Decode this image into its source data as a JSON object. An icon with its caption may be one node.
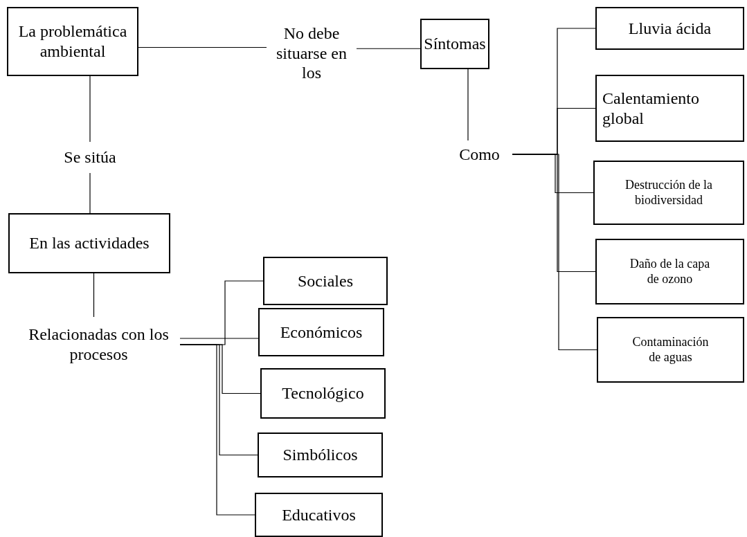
{
  "diagram": {
    "nodes": [
      {
        "text": [
          "La problemática ambiental"
        ]
      },
      {
        "text": [
          "No debe situarse en los"
        ]
      },
      {
        "text": [
          "Síntomas"
        ]
      },
      {
        "text": [
          "Lluvia ácida"
        ]
      },
      {
        "text": [
          "Calentamiento global"
        ]
      },
      {
        "text": [
          "Destrucción de la biodiversidad"
        ]
      },
      {
        "text": [
          "Daño de la capa de ozono"
        ]
      },
      {
        "text": [
          "Contaminación de aguas"
        ]
      },
      {
        "text": [
          "Como"
        ]
      },
      {
        "text": [
          "Se sitúa"
        ]
      },
      {
        "text": [
          "En las actividades"
        ]
      },
      {
        "text": [
          "Relacionadas con los procesos"
        ]
      },
      {
        "text": [
          "Sociales"
        ]
      },
      {
        "text": [
          "Económicos"
        ]
      },
      {
        "text": [
          "Tecnológico"
        ]
      },
      {
        "text": [
          "Simbólicos"
        ]
      },
      {
        "text": [
          "Educativos"
        ]
      }
    ],
    "edges": [
      {
        "from": 0,
        "to": 1,
        "arrow": "none"
      },
      {
        "from": 1,
        "to": 2,
        "arrow": "none"
      },
      {
        "from": 2,
        "to": 8,
        "arrow": "none"
      },
      {
        "from": 8,
        "to": 3,
        "arrow": "none"
      },
      {
        "from": 8,
        "to": 4,
        "arrow": "none"
      },
      {
        "from": 8,
        "to": 5,
        "arrow": "none"
      },
      {
        "from": 8,
        "to": 6,
        "arrow": "none"
      },
      {
        "from": 8,
        "to": 7,
        "arrow": "none"
      },
      {
        "from": 0,
        "to": 9,
        "arrow": "none"
      },
      {
        "from": 9,
        "to": 10,
        "arrow": "none"
      },
      {
        "from": 10,
        "to": 11,
        "arrow": "none"
      },
      {
        "from": 11,
        "to": 12,
        "arrow": "none"
      },
      {
        "from": 11,
        "to": 13,
        "arrow": "none"
      },
      {
        "from": 11,
        "to": 14,
        "arrow": "none"
      },
      {
        "from": 11,
        "to": 15,
        "arrow": "none"
      },
      {
        "from": 11,
        "to": 16,
        "arrow": "none"
      }
    ]
  }
}
